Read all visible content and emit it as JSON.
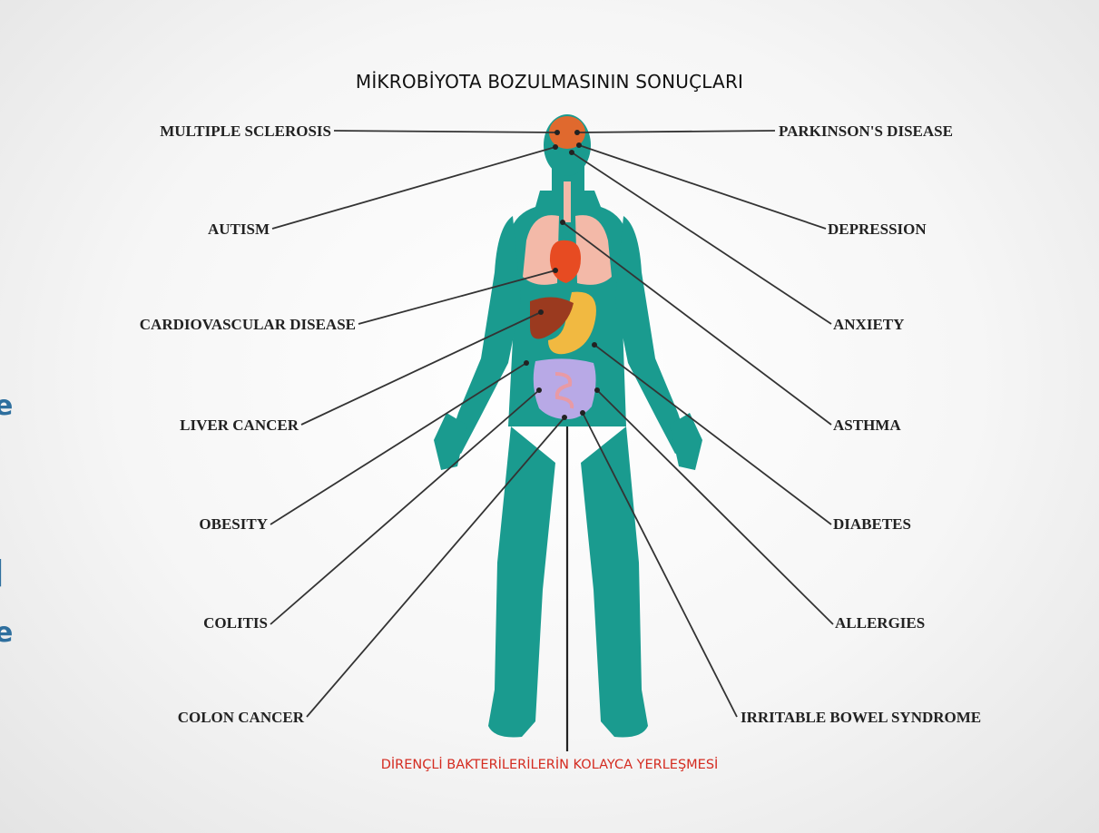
{
  "title": "MİKROBİYOTA BOZULMASININ SONUÇLARI",
  "bottom_note": "DİRENÇLİ BAKTERİLERİLERİN KOLAYCA YERLEŞMESİ",
  "left_labels": [
    "MULTIPLE SCLEROSIS",
    "AUTISM",
    "CARDIOVASCULAR DISEASE",
    "LIVER CANCER",
    "OBESITY",
    "COLITIS",
    "COLON CANCER"
  ],
  "right_labels": [
    "PARKINSON'S DISEASE",
    "DEPRESSION",
    "ANXIETY",
    "ASTHMA",
    "DIABETES",
    "ALLERGIES",
    "IRRITABLE BOWEL SYNDROME"
  ],
  "colors": {
    "body": "#1a9b8f",
    "brain": "#e0692e",
    "lungs": "#f3b9a8",
    "heart": "#e74b22",
    "liver": "#9b3a1f",
    "stomach": "#f1b941",
    "intestine": "#b8a9e6",
    "bottom_note": "#d42b20",
    "edge_text": "#2e6f9e"
  }
}
